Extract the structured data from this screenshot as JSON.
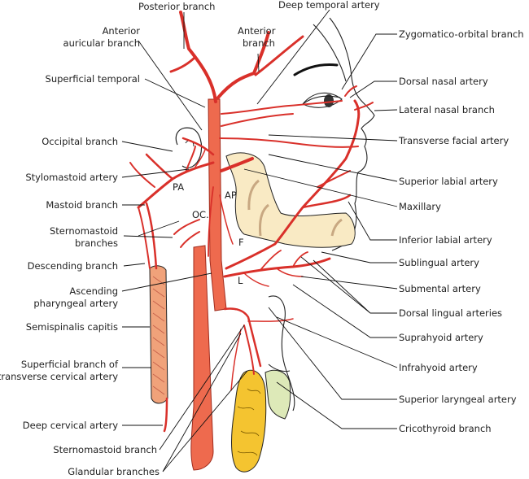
{
  "labels": {
    "posterior_branch": "Posterior branch",
    "deep_temporal": "Deep temporal artery",
    "anterior_auricular_1": "Anterior",
    "anterior_auricular_2": "auricular branch",
    "anterior_branch_1": "Anterior",
    "anterior_branch_2": "branch",
    "zygomatico_orbital": "Zygomatico-orbital branch",
    "superficial_temporal": "Superficial temporal",
    "dorsal_nasal": "Dorsal nasal artery",
    "lateral_nasal": "Lateral nasal branch",
    "occipital_branch": "Occipital branch",
    "transverse_facial": "Transverse facial artery",
    "stylomastoid": "Stylomastoid artery",
    "superior_labial": "Superior labial artery",
    "mastoid": "Mastoid branch",
    "maxillary": "Maxillary",
    "sternomastoid_1": "Sternomastoid",
    "sternomastoid_2": "branches",
    "inferior_labial": "Inferior labial artery",
    "descending": "Descending branch",
    "sublingual": "Sublingual artery",
    "ascending_pharyngeal_1": "Ascending",
    "ascending_pharyngeal_2": "pharyngeal artery",
    "submental": "Submental artery",
    "dorsal_lingual": "Dorsal lingual arteries",
    "semispinalis": "Semispinalis capitis",
    "suprahyoid": "Suprahyoid artery",
    "sup_transverse_1": "Superficial branch of",
    "sup_transverse_2": "transverse cervical artery",
    "infrahyoid": "Infrahyoid artery",
    "superior_laryngeal": "Superior laryngeal artery",
    "deep_cervical": "Deep cervical artery",
    "cricothyroid": "Cricothyroid branch",
    "sternomastoid_branch": "Sternomastoid branch",
    "glandular": "Glandular branches"
  },
  "inner_labels": {
    "pa": "PA",
    "ap": "AP",
    "oc": "OC.",
    "f": "F",
    "l": "L"
  },
  "colors": {
    "artery": "#d9302a",
    "artery_main": "#ee6a4e",
    "jaw": "#f9eac4",
    "gland": "#f4c430",
    "cartilage": "#dde9b8"
  }
}
